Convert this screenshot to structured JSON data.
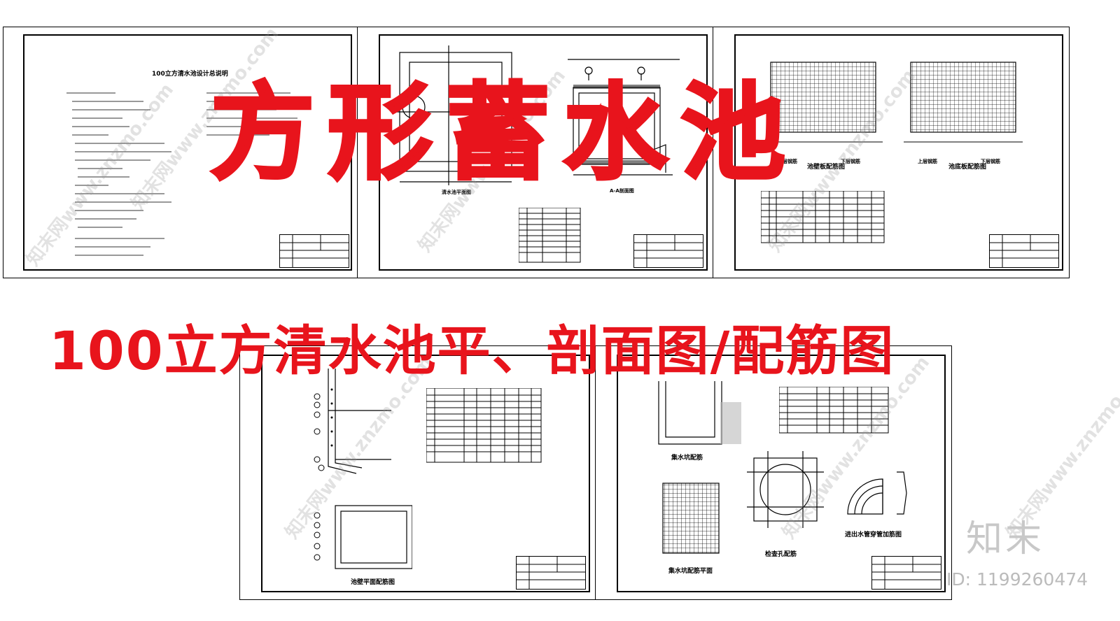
{
  "headline": "方形蓄水池",
  "subheadline": "100立方清水池平、剖面图/配筋图",
  "brand": "知末",
  "image_id_label": "ID: 1199260474",
  "watermark": "知末网www.znzmo.com",
  "sheets": {
    "notes": {
      "title": "100立方清水池设计总说明"
    },
    "plan": {
      "plan_label": "清水池平面图",
      "section_label": "A-A剖面图"
    },
    "rebar": {
      "label_top": "上层钢筋",
      "label_bottom": "下层钢筋",
      "floor_title": "池壁板配筋图",
      "roof_title": "池底板配筋图"
    },
    "wall": {
      "title": "池壁平面配筋图"
    },
    "detail": {
      "sump_title": "集水坑配筋",
      "pit_plan_title": "集水坑配筋平面",
      "manhole_title": "检查孔配筋",
      "pipe_title": "进出水管穿管加筋图"
    }
  },
  "colors": {
    "headline": "#e8141c",
    "line": "#000000"
  }
}
